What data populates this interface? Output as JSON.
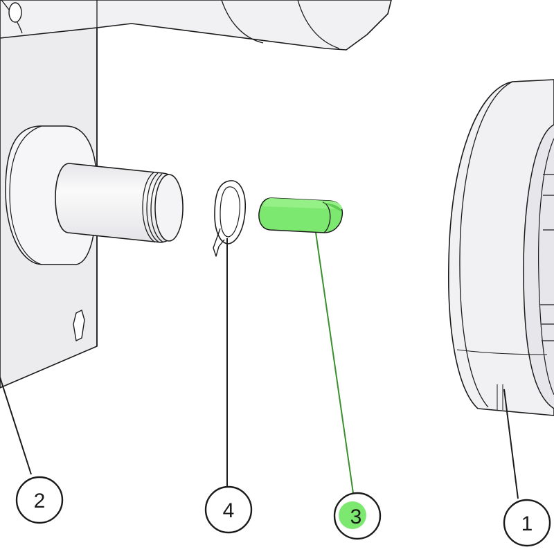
{
  "colors": {
    "line": "#1a1a1a",
    "part_fill": "#f1f1f3",
    "part_shade": "#e2e2e6",
    "highlight": "#7de86f",
    "highlight_dark": "#5ecb52",
    "highlight_line": "#3a8f2e",
    "callout_fill": "#ffffff"
  },
  "callouts": [
    {
      "id": "callout-1",
      "label": "1",
      "part": "housing-drum",
      "highlighted": false
    },
    {
      "id": "callout-2",
      "label": "2",
      "part": "motor-shaft-base",
      "highlighted": false
    },
    {
      "id": "callout-3",
      "label": "3",
      "part": "shaft-key",
      "highlighted": true
    },
    {
      "id": "callout-4",
      "label": "4",
      "part": "retaining-clip",
      "highlighted": false
    }
  ]
}
